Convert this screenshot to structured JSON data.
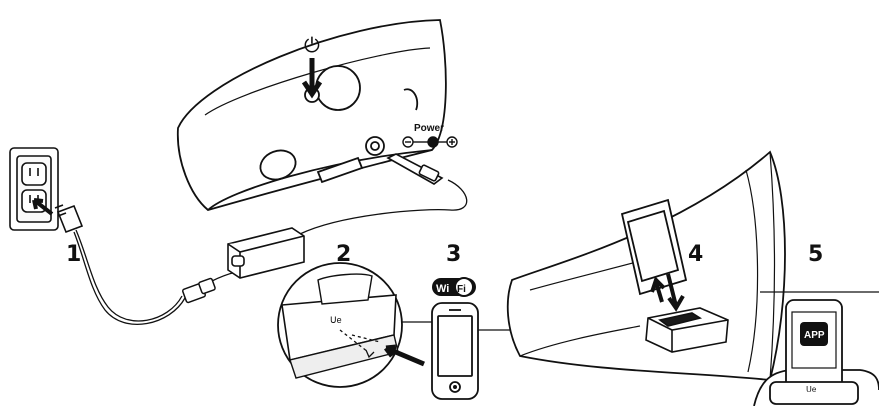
{
  "steps": {
    "one": "1",
    "two": "2",
    "three": "3",
    "four": "4",
    "five": "5"
  },
  "labels": {
    "power": "Power",
    "power_symbol": "⏻",
    "wifi_left": "Wi",
    "wifi_right": "Fi",
    "app": "APP",
    "brand_mark": "ᑌe",
    "plus": "+",
    "minus": "−"
  },
  "colors": {
    "line": "#111111",
    "fill": "#ffffff",
    "shade": "#eeeeee",
    "dark": "#1a1a1a"
  }
}
